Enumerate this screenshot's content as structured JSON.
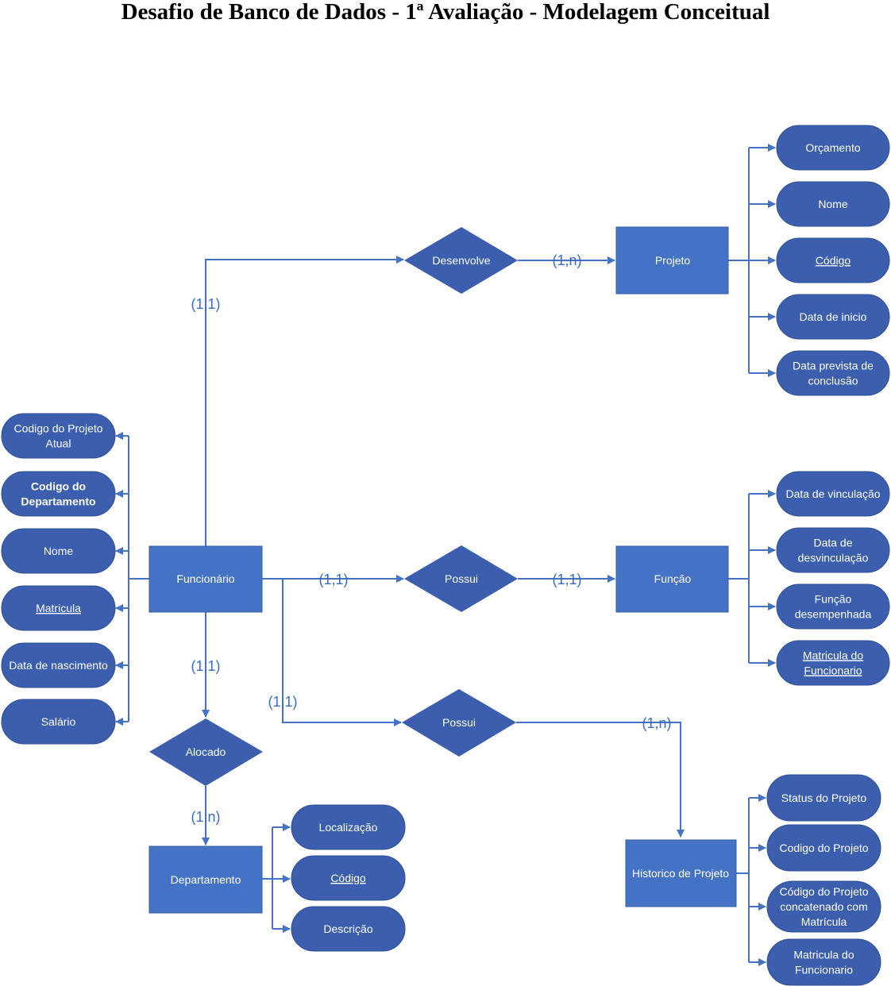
{
  "title": "Desafio de Banco de Dados - 1ª Avaliação - Modelagem Conceitual",
  "colors": {
    "entity": "#4472c4",
    "attribute": "#3b5fae",
    "line": "#4472c4",
    "cardinality": "#3a6cc4"
  },
  "entities": {
    "funcionario": "Funcionário",
    "projeto": "Projeto",
    "funcao": "Função",
    "departamento": "Departamento",
    "historico": "Historico de Projeto"
  },
  "relationships": {
    "desenvolve": "Desenvolve",
    "possui_funcao": "Possui",
    "possui_historico": "Possui",
    "alocado": "Alocado"
  },
  "cardinalities": {
    "func_desenvolve": "(1,1)",
    "desenvolve_projeto": "(1,n)",
    "func_possui": "(1,1)",
    "possui_funcao": "(1,1)",
    "func_alocado": "(1,1)",
    "alocado_departamento": "(1,n)",
    "func_possui_hist": "(1,1)",
    "possui_historico": "(1,n)"
  },
  "attributes": {
    "funcionario": [
      {
        "lines": [
          "Codigo do Projeto",
          "Atual"
        ],
        "style": "normal"
      },
      {
        "lines": [
          "Codigo do",
          "Departamento"
        ],
        "style": "bold"
      },
      {
        "lines": [
          "Nome"
        ],
        "style": "normal"
      },
      {
        "lines": [
          "Matricula"
        ],
        "style": "underline"
      },
      {
        "lines": [
          "Data de nascimento"
        ],
        "style": "normal"
      },
      {
        "lines": [
          "Salário"
        ],
        "style": "normal"
      }
    ],
    "projeto": [
      {
        "lines": [
          "Orçamento"
        ],
        "style": "normal"
      },
      {
        "lines": [
          "Nome"
        ],
        "style": "normal"
      },
      {
        "lines": [
          "Código"
        ],
        "style": "underline"
      },
      {
        "lines": [
          "Data de inicio"
        ],
        "style": "normal"
      },
      {
        "lines": [
          "Data prevista de",
          "conclusão"
        ],
        "style": "normal"
      }
    ],
    "funcao": [
      {
        "lines": [
          "Data de vinculação"
        ],
        "style": "normal"
      },
      {
        "lines": [
          "Data de",
          "desvinculação"
        ],
        "style": "normal"
      },
      {
        "lines": [
          "Função",
          "desempenhada"
        ],
        "style": "normal"
      },
      {
        "lines": [
          "Matricula do",
          "Funcionario"
        ],
        "style": "underline"
      }
    ],
    "departamento": [
      {
        "lines": [
          "Localização"
        ],
        "style": "normal"
      },
      {
        "lines": [
          "Código"
        ],
        "style": "underline"
      },
      {
        "lines": [
          "Descrição"
        ],
        "style": "normal"
      }
    ],
    "historico": [
      {
        "lines": [
          "Status do Projeto"
        ],
        "style": "normal"
      },
      {
        "lines": [
          "Codigo do Projeto"
        ],
        "style": "normal"
      },
      {
        "lines": [
          "Código do Projeto",
          "concatenado com",
          "Matrícula"
        ],
        "style": "normal"
      },
      {
        "lines": [
          "Matricula do",
          "Funcionario"
        ],
        "style": "normal"
      }
    ]
  }
}
